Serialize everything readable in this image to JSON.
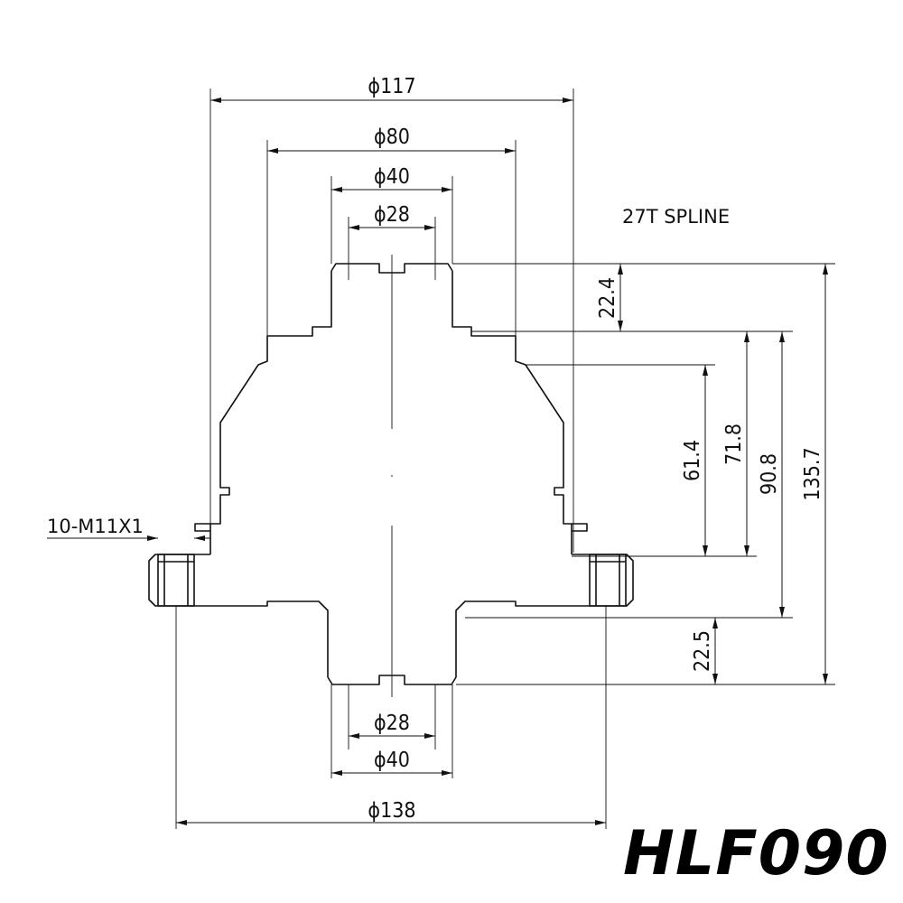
{
  "dimensions": {
    "top_dia_117": "ϕ117",
    "top_dia_80": "ϕ80",
    "top_dia_40": "ϕ40",
    "top_dia_28": "ϕ28",
    "bottom_dia_28": "ϕ28",
    "bottom_dia_40": "ϕ40",
    "bottom_dia_138": "ϕ138",
    "height_22_4": "22.4",
    "height_61_4": "61.4",
    "height_71_8": "71.8",
    "height_90_8": "90.8",
    "height_135_7": "135.7",
    "height_22_5": "22.5"
  },
  "notes": {
    "spline": "27T SPLINE",
    "bolts": "10-M11X1"
  },
  "model": "HLF090"
}
